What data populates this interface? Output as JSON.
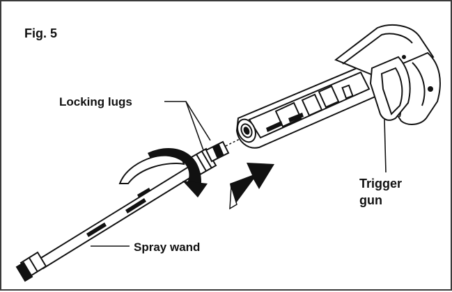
{
  "figure": {
    "fig_label": "Fig. 5",
    "labels": {
      "locking_lugs": "Locking lugs",
      "trigger_gun_line1": "Trigger",
      "trigger_gun_line2": "gun",
      "spray_wand": "Spray wand"
    },
    "colors": {
      "ink": "#111111",
      "frame": "#3a3a3a",
      "background": "#ffffff"
    },
    "icons": [
      "rotation-arrow-icon",
      "insert-direction-arrow-icon"
    ]
  }
}
